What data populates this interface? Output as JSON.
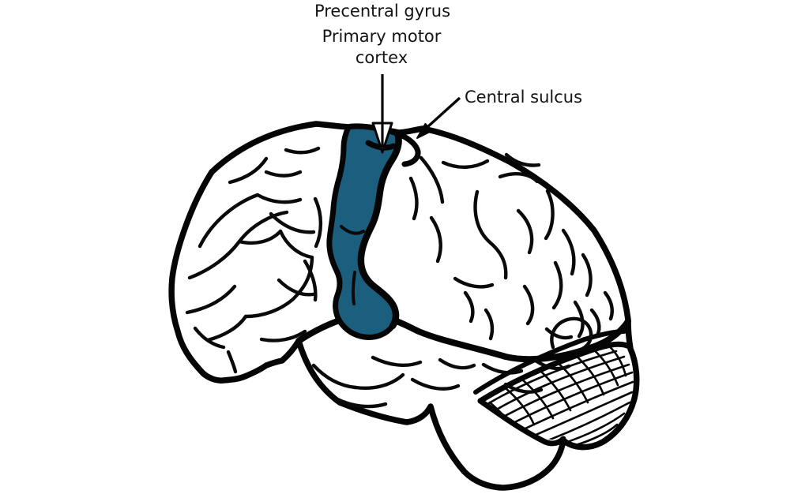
{
  "figure": {
    "type": "anatomical-diagram",
    "subject": "Lateral view of a human brain with the precentral gyrus (primary motor cortex) shaded",
    "highlight_color": "#1b5e7d",
    "outline_color": "#050505",
    "background_color": "#ffffff"
  },
  "labels": {
    "precentral_gyrus": "Precentral gyrus",
    "primary_motor_line1": "Primary motor",
    "primary_motor_line2": "cortex",
    "central_sulcus": "Central sulcus"
  },
  "icons": {
    "down_arrow": "vertical arrow with open white arrowhead pointing at precentral gyrus",
    "diagonal_arrow": "diagonal arrow with solid black arrowhead pointing at central sulcus"
  }
}
